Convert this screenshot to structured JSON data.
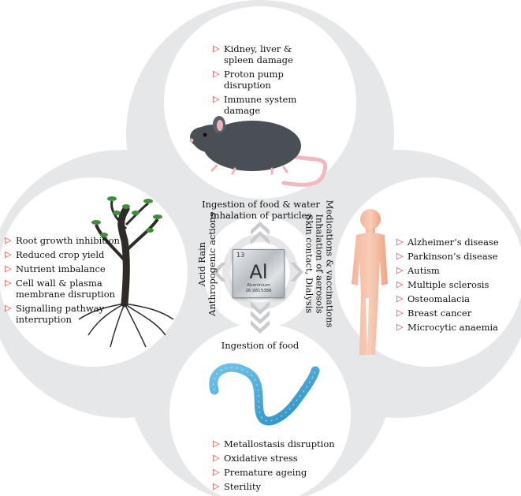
{
  "center": {
    "element_number": "13",
    "element_symbol": "Al",
    "element_name": "Aluminium",
    "element_mass": "26.9815386"
  },
  "routes": {
    "top_line1": "Ingestion of food & water",
    "top_line2": "Inhalation of particles",
    "bottom": "Ingestion of food",
    "left_line1": "Acid Rain",
    "left_line2": "Anthropogenic actions",
    "right_line1": "Medications & vaccinations",
    "right_line2": "Inhalation of aerosols",
    "right_line3": "Skin contact, Dialysis"
  },
  "animal_effects": [
    "Kidney, liver & spleen damage",
    "Proton pump disruption",
    "Immune system damage"
  ],
  "plant_effects": [
    "Root growth inhibition",
    "Reduced crop yield",
    "Nutrient imbalance",
    "Cell wall & plasma membrane disruption",
    "Signalling pathway interruption"
  ],
  "human_effects": [
    "Alzheimer’s disease",
    "Parkinson’s disease",
    "Autism",
    "Multiple sclerosis",
    "Osteomalacia",
    "Breast cancer",
    "Microcytic anaemia"
  ],
  "worm_effects": [
    "Metallostasis disruption",
    "Oxidative stress",
    "Premature ageing",
    "Sterility"
  ],
  "colors": {
    "biohazard_fill": "#e6e7e9",
    "arrow_bullet": "#d6332a",
    "chevron": "#c9cbcf"
  }
}
